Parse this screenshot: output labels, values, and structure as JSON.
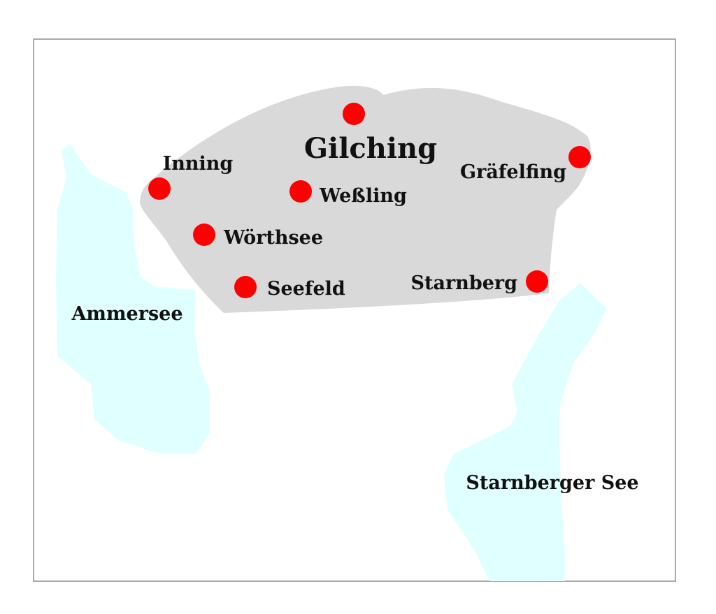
{
  "map": {
    "colors": {
      "region_fill": "#d9d9d9",
      "lake_fill": "#e0ffff",
      "frame_stroke": "#aaaaaa",
      "marker_fill": "#ff0000",
      "text": "#111111"
    },
    "region": {
      "name": "Gilching"
    },
    "towns": [
      {
        "id": "gilching",
        "name": ""
      },
      {
        "id": "inning",
        "name": "Inning"
      },
      {
        "id": "wessling",
        "name": "Weßling"
      },
      {
        "id": "graefelfing",
        "name": "Gräfelfing"
      },
      {
        "id": "woerthsee",
        "name": "Wörthsee"
      },
      {
        "id": "seefeld",
        "name": "Seefeld"
      },
      {
        "id": "starnberg",
        "name": "Starnberg"
      }
    ],
    "lakes": [
      {
        "id": "ammersee",
        "name": "Ammersee"
      },
      {
        "id": "starnberger-see",
        "name": "Starnberger See"
      }
    ]
  }
}
